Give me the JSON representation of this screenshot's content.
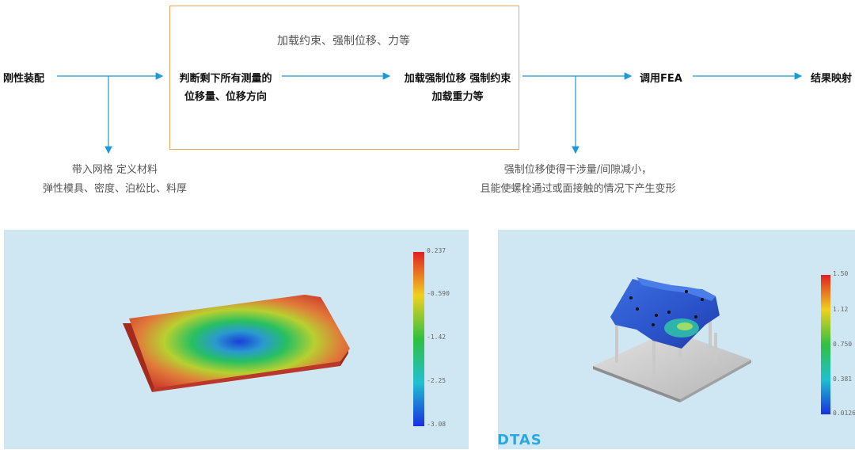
{
  "flow": {
    "step1": "刚性装配",
    "step2_line1": "判断剩下所有测量的",
    "step2_line2": "位移量、位移方向",
    "step3_line1": "加载强制位移 强制约束",
    "step3_line2": "加载重力等",
    "step4": "调用FEA",
    "step5": "结果映射",
    "box_caption": "加载约束、强制位移、力等",
    "note_left_line1": "带入网格 定义材料",
    "note_left_line2": "弹性模具、密度、泊松比、料厚",
    "note_right_line1": "强制位移使得干涉量/间隙减小，",
    "note_right_line2": "且能使螺栓通过或面接触的情况下产生变形"
  },
  "colors": {
    "arrow": "#1a9ad6",
    "box_border": "#f0a75a",
    "panel_bg": "#cfe7f3"
  },
  "left_result": {
    "legend": [
      "0.237",
      "-0.590",
      "-1.42",
      "-2.25",
      "-3.08"
    ]
  },
  "right_result": {
    "legend": [
      "1.50",
      "1.12",
      "0.750",
      "0.381",
      "0.0126"
    ]
  },
  "logo": "DTAS"
}
